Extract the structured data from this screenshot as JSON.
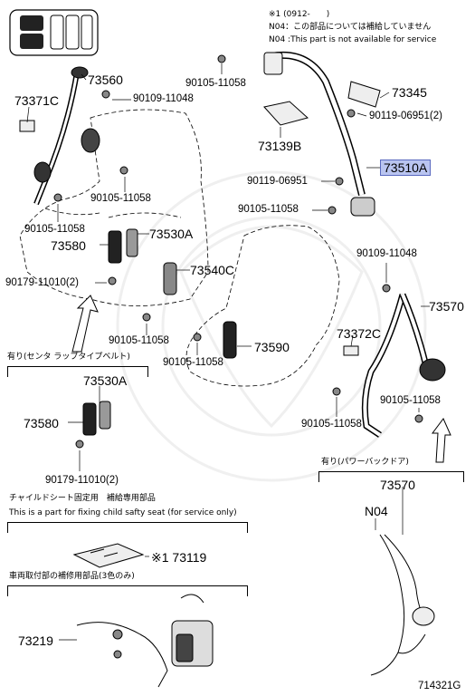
{
  "notes": {
    "footnote_marker": "※1 (0912-　　)",
    "n04_jp": "N04：この部品については補給していません",
    "n04_en": "N04 :This part is not available for service"
  },
  "labels": {
    "p73560": "73560",
    "p90109_11048_top": "90109-11048",
    "p73371C": "73371C",
    "p90105_11058_a": "90105-11058",
    "p73345": "73345",
    "p90119_06951_a": "90119-06951(2)",
    "p73139B": "73139B",
    "p73510A": "73510A",
    "p90119_06951_b": "90119-06951",
    "p90105_11058_b": "90105-11058",
    "p90105_11058_c": "90105-11058",
    "p90105_11058_d": "90105-11058",
    "p73530A_a": "73530A",
    "p73580_a": "73580",
    "p73540C": "73540C",
    "p90179_11010_a": "90179-11010(2)",
    "p90109_11048_b": "90109-11048",
    "p73570_a": "73570",
    "p73372C": "73372C",
    "p90105_11058_e": "90105-11058",
    "p73590": "73590",
    "p90105_11058_f": "90105-11058",
    "p90105_11058_g": "90105-11058",
    "p90105_11058_h": "90105-11058",
    "p73530A_b": "73530A",
    "p73580_b": "73580",
    "p90179_11010_b": "90179-11010(2)",
    "p73570_b": "73570",
    "pN04": "N04",
    "p73119": "※1 73119",
    "p73219": "73219",
    "diagram_id": "714321G"
  },
  "sections": {
    "center_lap": "有り(センタ ラップタイプベルト)",
    "child_seat_jp": "チャイルドシート固定用　補給専用部品",
    "child_seat_en": "This is a part for fixing child safty seat (for service only)",
    "repair_parts": "車両取付部の補修用部品(3色のみ)",
    "power_back_door": "有り(パワーバックドア)"
  },
  "colors": {
    "highlight_bg": "#b9c4f0",
    "highlight_border": "#5a6ac0",
    "line": "#000000"
  }
}
